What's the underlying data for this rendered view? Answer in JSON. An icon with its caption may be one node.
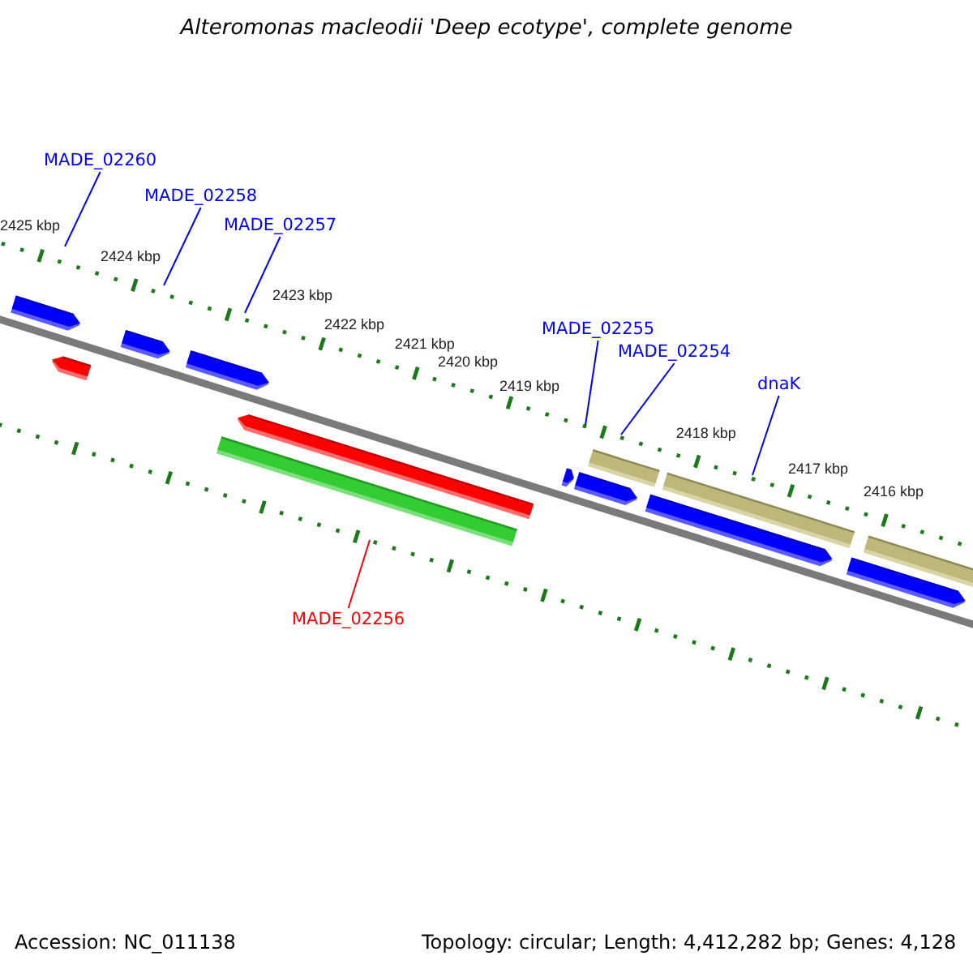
{
  "diagram": {
    "title": "Alteromonas macleodii 'Deep ecotype', complete genome",
    "nodes": [
      {
        "text": [
          "MADE_02260"
        ]
      },
      {
        "text": [
          "MADE_02258"
        ]
      },
      {
        "text": [
          "MADE_02257"
        ]
      },
      {
        "text": [
          "MADE_02255"
        ]
      },
      {
        "text": [
          "MADE_02254"
        ]
      },
      {
        "text": [
          "dnaK"
        ]
      },
      {
        "text": [
          "MADE_02256"
        ]
      }
    ],
    "edges": [
      {
        "from": 0,
        "to": null,
        "arrow": "none"
      },
      {
        "from": 1,
        "to": null,
        "arrow": "none"
      },
      {
        "from": 2,
        "to": null,
        "arrow": "none"
      },
      {
        "from": 3,
        "to": null,
        "arrow": "none"
      },
      {
        "from": 4,
        "to": null,
        "arrow": "none"
      },
      {
        "from": 5,
        "to": null,
        "arrow": "none"
      },
      {
        "from": 6,
        "to": null,
        "arrow": "none",
        "color": "#ff0000"
      }
    ],
    "labels": [
      "2425 kbp",
      "2424 kbp",
      "2423 kbp",
      "2422 kbp",
      "2421 kbp",
      "2420 kbp",
      "2419 kbp",
      "2418 kbp",
      "2417 kbp",
      "2416 kbp",
      "Accession: NC_011138",
      "Topology: circular; Length: 4,412,282 bp; Genes: 4,128"
    ]
  }
}
